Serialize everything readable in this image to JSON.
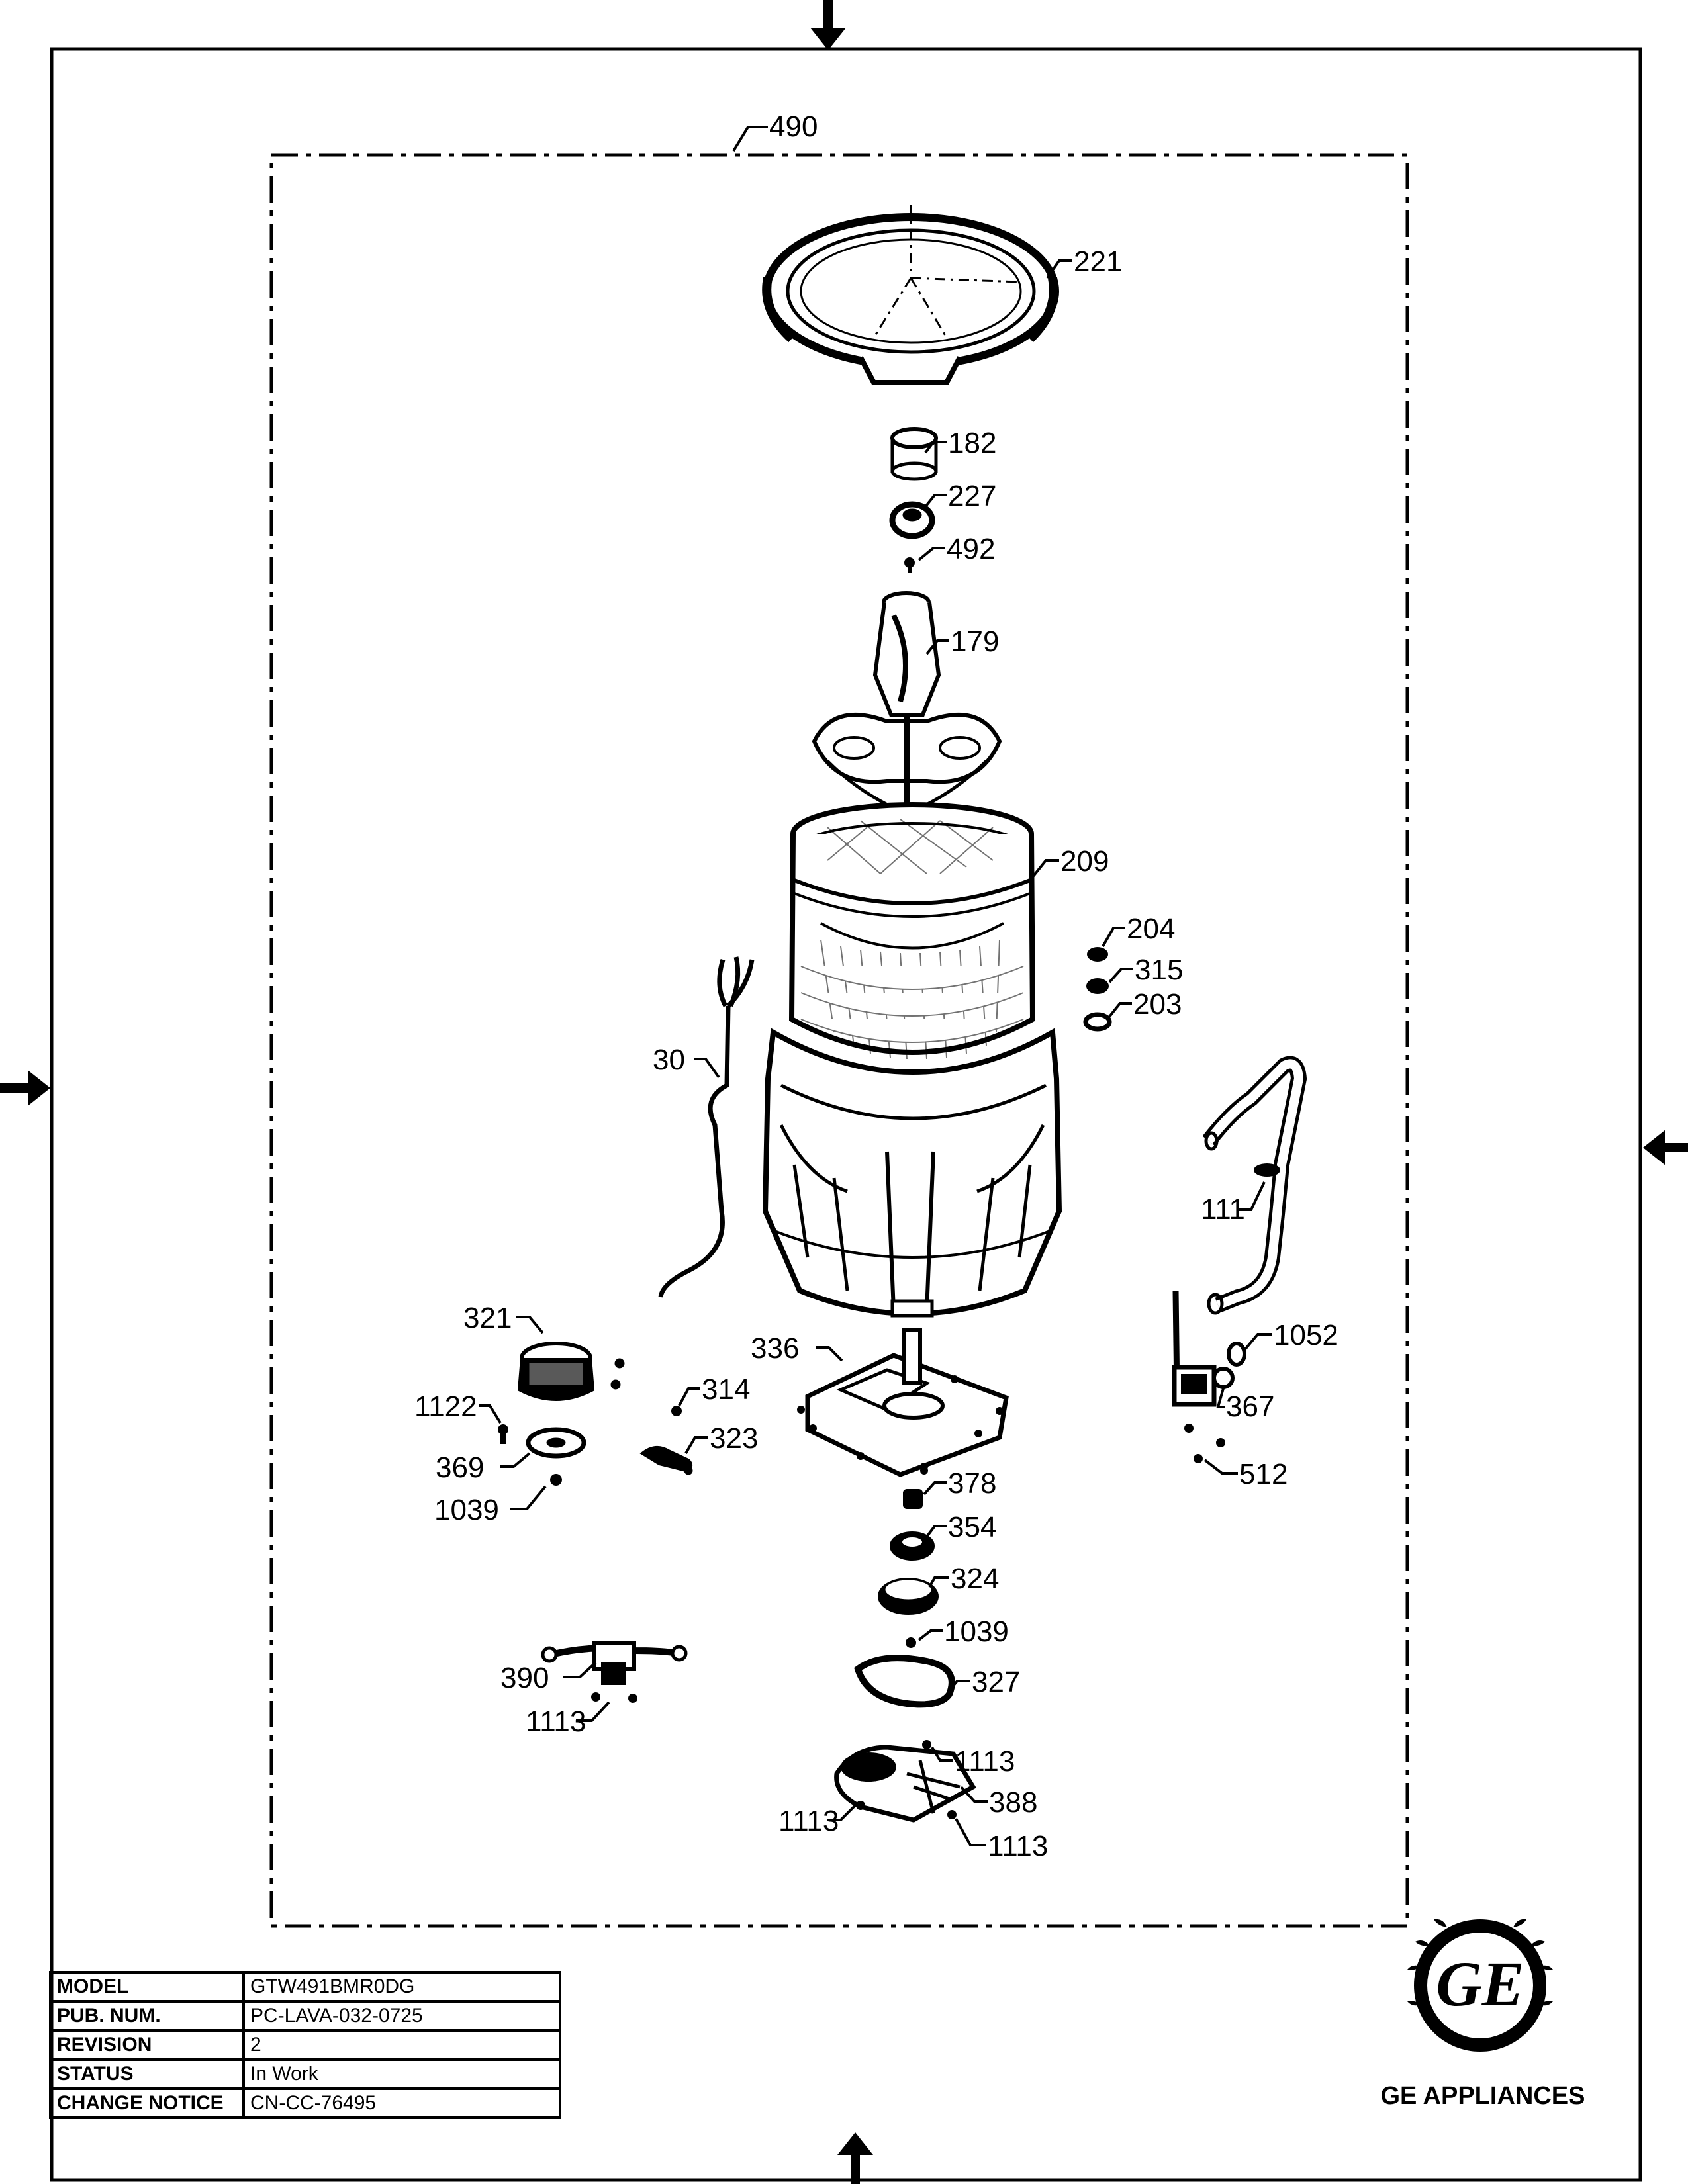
{
  "diagram": {
    "callouts": [
      {
        "id": "c490",
        "label": "490"
      },
      {
        "id": "c221",
        "label": "221"
      },
      {
        "id": "c182",
        "label": "182"
      },
      {
        "id": "c227",
        "label": "227"
      },
      {
        "id": "c492",
        "label": "492"
      },
      {
        "id": "c179",
        "label": "179"
      },
      {
        "id": "c209",
        "label": "209"
      },
      {
        "id": "c204",
        "label": "204"
      },
      {
        "id": "c315",
        "label": "315"
      },
      {
        "id": "c203",
        "label": "203"
      },
      {
        "id": "c30",
        "label": "30"
      },
      {
        "id": "c111",
        "label": "111"
      },
      {
        "id": "c321",
        "label": "321"
      },
      {
        "id": "c336",
        "label": "336"
      },
      {
        "id": "c1052",
        "label": "1052"
      },
      {
        "id": "c314",
        "label": "314"
      },
      {
        "id": "c1122",
        "label": "1122"
      },
      {
        "id": "c367",
        "label": "367"
      },
      {
        "id": "c323",
        "label": "323"
      },
      {
        "id": "c369",
        "label": "369"
      },
      {
        "id": "c512",
        "label": "512"
      },
      {
        "id": "c378",
        "label": "378"
      },
      {
        "id": "c1039a",
        "label": "1039"
      },
      {
        "id": "c354",
        "label": "354"
      },
      {
        "id": "c324",
        "label": "324"
      },
      {
        "id": "c1039b",
        "label": "1039"
      },
      {
        "id": "c327",
        "label": "327"
      },
      {
        "id": "c390",
        "label": "390"
      },
      {
        "id": "c1113a",
        "label": "1113"
      },
      {
        "id": "c1113b",
        "label": "1113"
      },
      {
        "id": "c1113c",
        "label": "1113"
      },
      {
        "id": "c388",
        "label": "388"
      },
      {
        "id": "c1113d",
        "label": "1113"
      }
    ]
  },
  "title_block": {
    "rows": [
      {
        "key": "MODEL",
        "value": "GTW491BMR0DG"
      },
      {
        "key": "PUB. NUM.",
        "value": "PC-LAVA-032-0725"
      },
      {
        "key": "REVISION",
        "value": "2"
      },
      {
        "key": "STATUS",
        "value": "In Work"
      },
      {
        "key": "CHANGE NOTICE",
        "value": "CN-CC-76495"
      }
    ]
  },
  "brand": {
    "name": "GE APPLIANCES",
    "logo_icon": "ge-monogram-logo",
    "logo_text": "GE"
  },
  "colors": {
    "ink": "#000000",
    "paper": "#ffffff"
  }
}
